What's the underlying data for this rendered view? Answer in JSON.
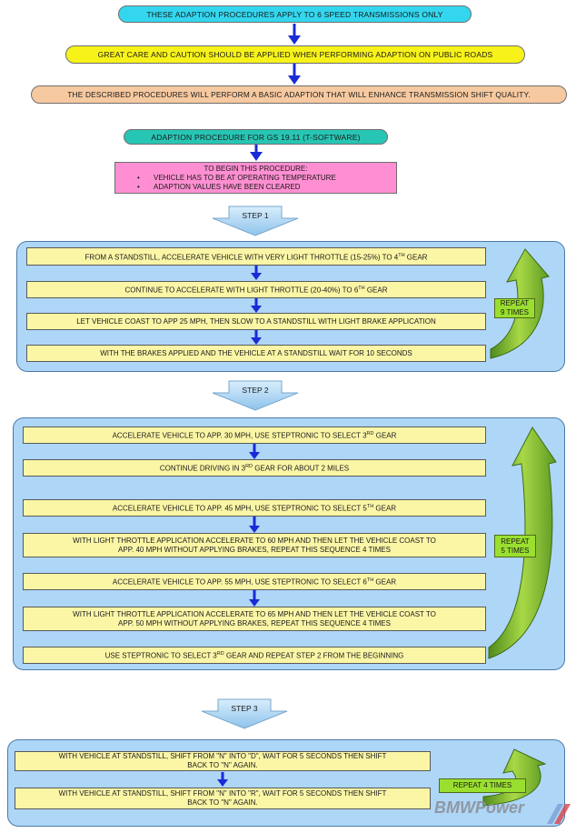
{
  "header": {
    "line1": "THESE ADAPTION PROCEDURES APPLY TO 6 SPEED TRANSMISSIONS ONLY",
    "line2": "GREAT CARE AND CAUTION SHOULD BE APPLIED WHEN PERFORMING ADAPTION ON PUBLIC ROADS",
    "line3": "THE DESCRIBED PROCEDURES WILL PERFORM A BASIC ADAPTION THAT WILL ENHANCE TRANSMISSION SHIFT QUALITY."
  },
  "procedure": {
    "title": "ADAPTION PROCEDURE FOR GS 19.11 (T-SOFTWARE)",
    "prereq_title": "TO BEGIN THIS PROCEDURE:",
    "prereq_items": [
      "VEHICLE HAS TO BE AT OPERATING TEMPERATURE",
      "ADAPTION VALUES HAVE BEEN CLEARED"
    ]
  },
  "step1": {
    "label": "STEP 1",
    "items": [
      {
        "text": "FROM A STANDSTILL, ACCELERATE VEHICLE WITH VERY LIGHT THROTTLE (15-25%) TO 4",
        "sup": "TH",
        "after": " GEAR"
      },
      {
        "text": "CONTINUE TO ACCELERATE WITH LIGHT THROTTLE (20-40%) TO 6",
        "sup": "TH",
        "after": " GEAR"
      },
      {
        "text": "LET VEHICLE COAST TO APP 25 MPH, THEN SLOW TO A STANDSTILL WITH LIGHT BRAKE APPLICATION",
        "sup": "",
        "after": ""
      },
      {
        "text": "WITH THE BRAKES APPLIED AND THE VEHICLE AT A STANDSTILL WAIT FOR 10 SECONDS",
        "sup": "",
        "after": ""
      }
    ],
    "repeat_line1": "REPEAT",
    "repeat_line2": "9 TIMES"
  },
  "step2": {
    "label": "STEP 2",
    "items": [
      {
        "text": "ACCELERATE VEHICLE TO APP. 30 MPH, USE STEPTRONIC TO SELECT 3",
        "sup": "RD",
        "after": " GEAR"
      },
      {
        "text": "CONTINUE DRIVING IN  3",
        "sup": "RD",
        "after": " GEAR FOR ABOUT 2 MILES"
      },
      {
        "text": "ACCELERATE VEHICLE TO APP. 45 MPH, USE STEPTRONIC TO SELECT 5",
        "sup": "TH",
        "after": " GEAR"
      },
      {
        "line1": "WITH LIGHT THROTTLE APPLICATION ACCELERATE TO 60 MPH AND THEN LET THE VEHICLE COAST TO",
        "line2": "APP. 40 MPH WITHOUT APPLYING BRAKES, REPEAT THIS SEQUENCE 4 TIMES"
      },
      {
        "text": "ACCELERATE VEHICLE TO APP. 55 MPH, USE STEPTRONIC TO SELECT 6",
        "sup": "TH",
        "after": " GEAR"
      },
      {
        "line1": "WITH LIGHT THROTTLE APPLICATION ACCELERATE TO 65 MPH AND THEN LET THE VEHICLE COAST TO",
        "line2": "APP. 50 MPH WITHOUT APPLYING BRAKES, REPEAT THIS SEQUENCE 4 TIMES"
      },
      {
        "text": "USE STEPTRONIC TO SELECT 3",
        "sup": "RD",
        "after": " GEAR AND REPEAT STEP 2 FROM THE BEGINNING"
      }
    ],
    "repeat_line1": "REPEAT",
    "repeat_line2": "5 TIMES"
  },
  "step3": {
    "label": "STEP 3",
    "items": [
      {
        "line1": "WITH VEHICLE AT STANDSTILL, SHIFT FROM \"N\" INTO \"D\", WAIT FOR 5 SECONDS THEN SHIFT",
        "line2": "BACK TO \"N\" AGAIN."
      },
      {
        "line1": "WITH VEHICLE AT STANDSTILL, SHIFT FROM \"N\" INTO \"R\", WAIT FOR 5 SECONDS THEN SHIFT",
        "line2": "BACK TO \"N\" AGAIN."
      }
    ],
    "repeat": "REPEAT 4 TIMES"
  },
  "watermark": "BMWPower",
  "colors": {
    "cyan": "#33d6ee",
    "yellow": "#f7f21a",
    "peach": "#f6c9a0",
    "teal": "#27c6b4",
    "pink": "#ff8fd2",
    "panel": "#aed6f7",
    "box": "#fbf6a6",
    "repeat": "#9adf2f",
    "arrow_blue": "#1a2bd6",
    "curve_green": "#8cc43a"
  }
}
